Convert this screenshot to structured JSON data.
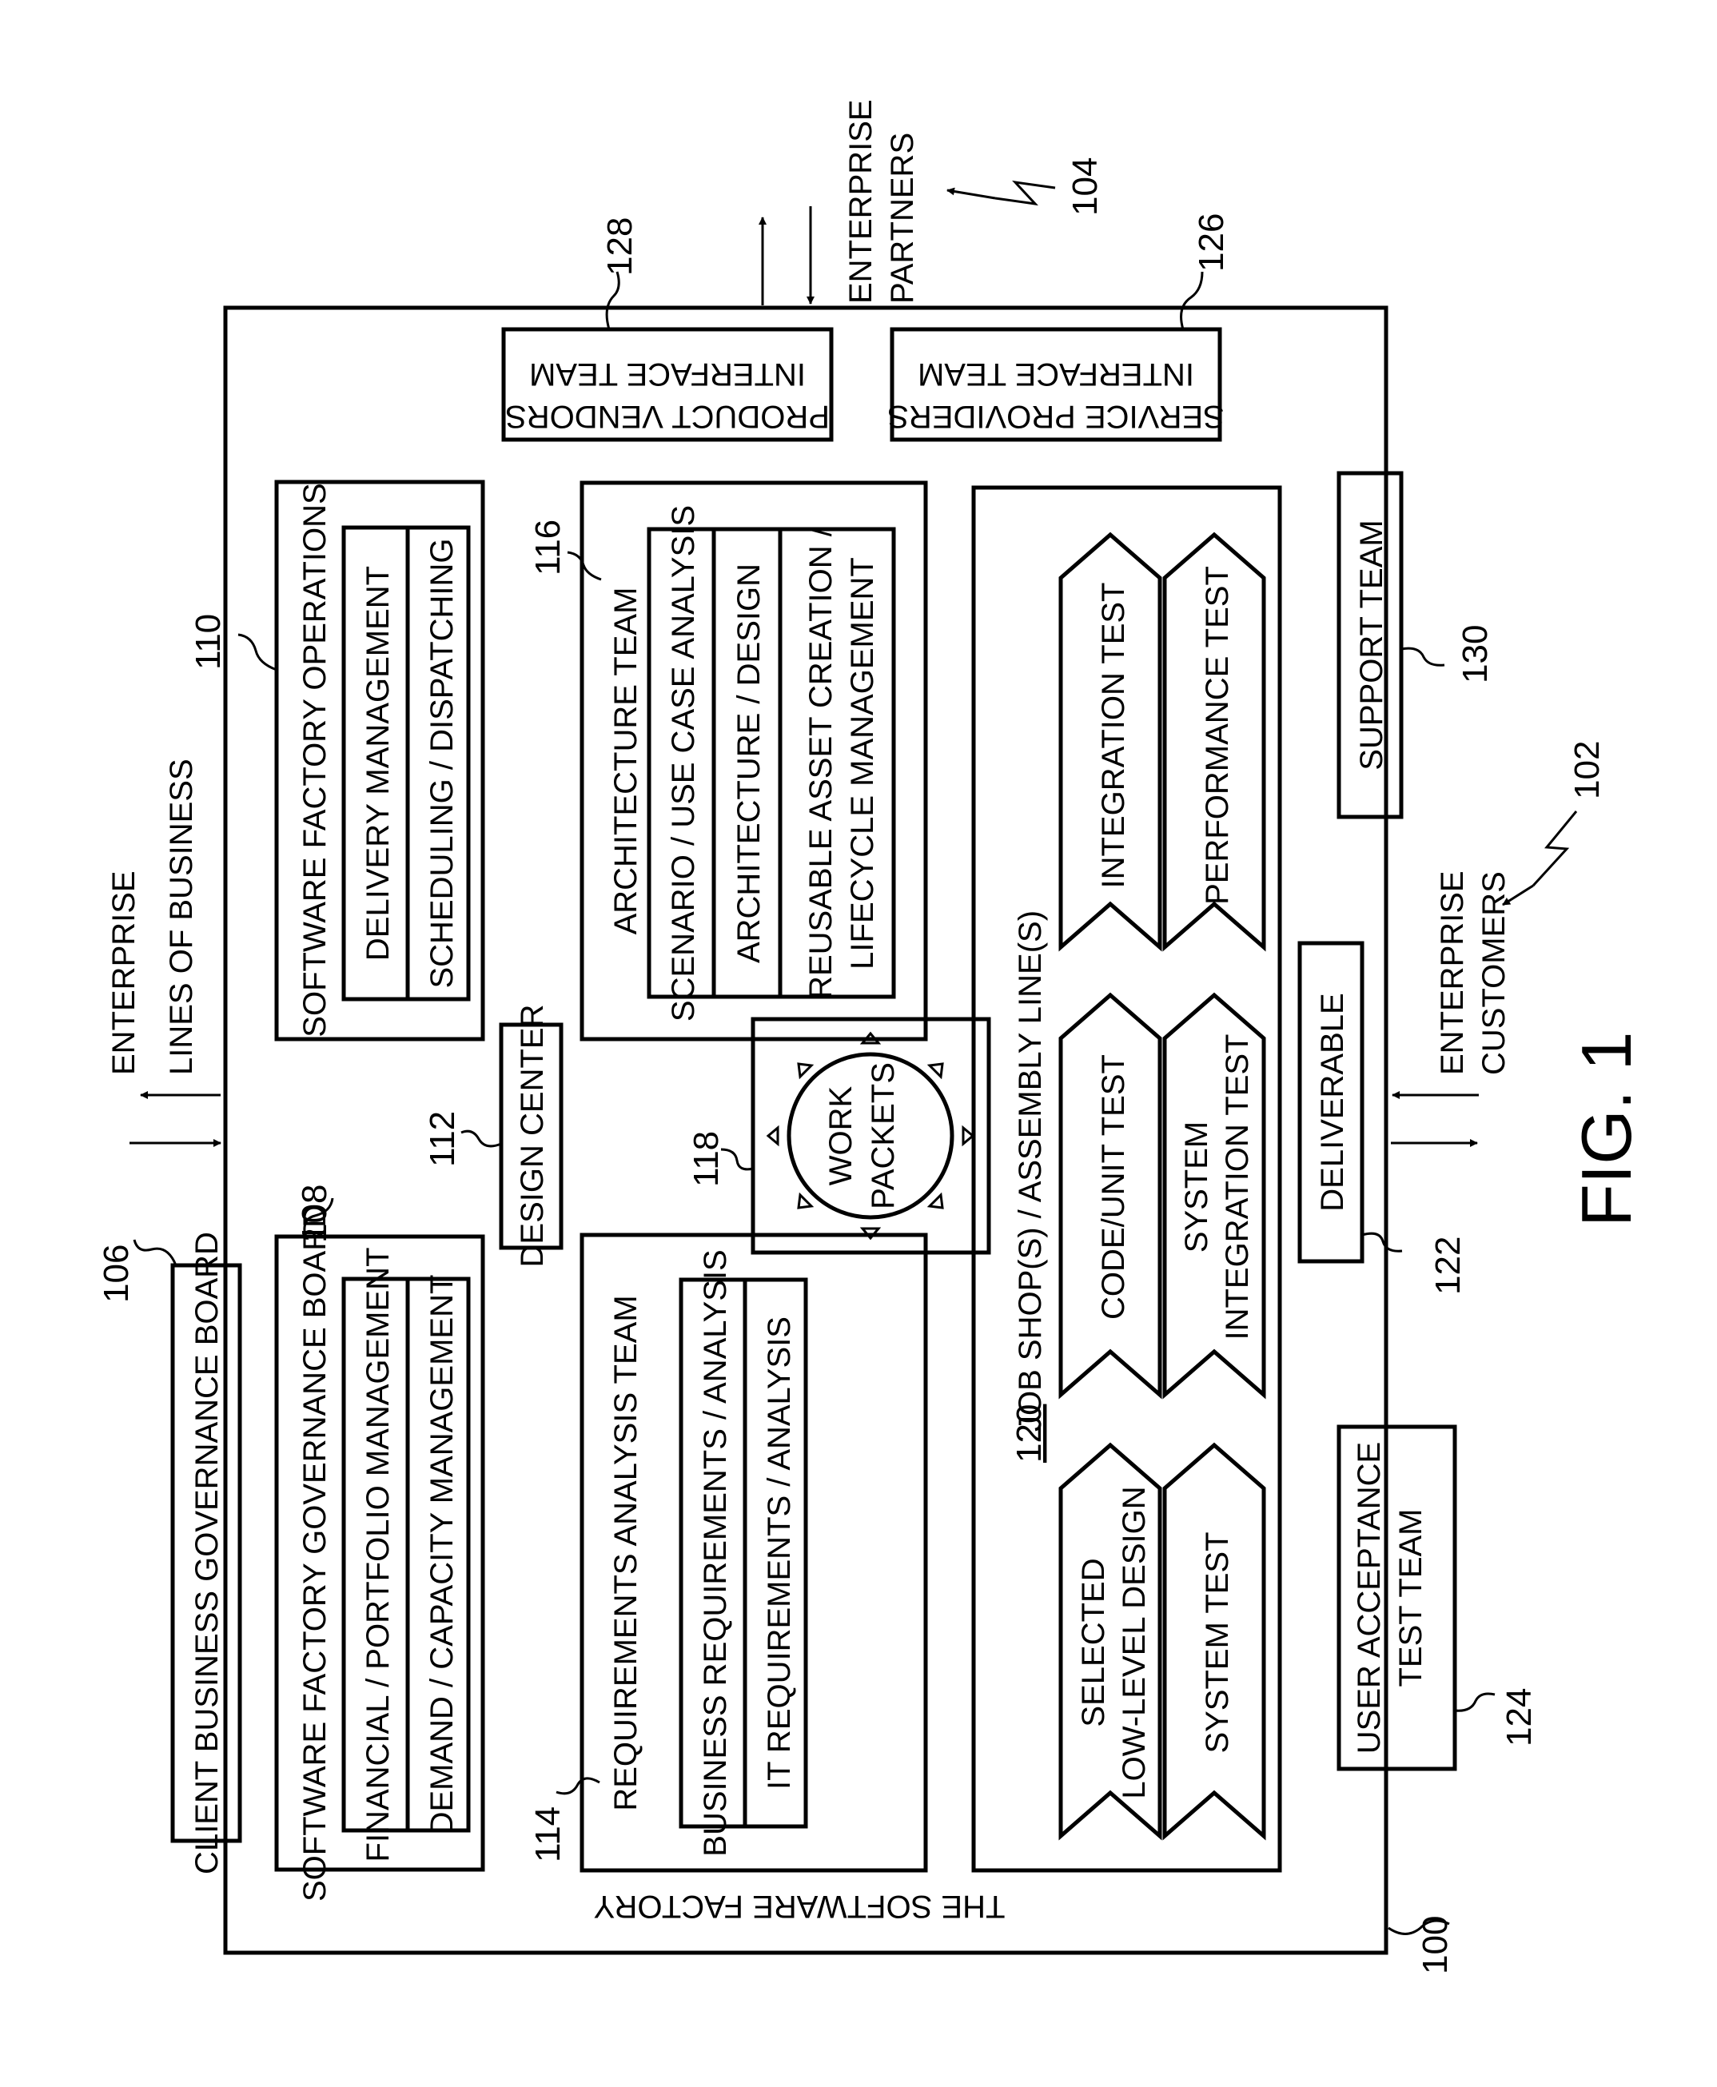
{
  "figure_label": "FIG. 1",
  "factory": {
    "ref": "100",
    "title": "THE SOFTWARE FACTORY"
  },
  "client_board": {
    "ref": "106",
    "label": "CLIENT BUSINESS GOVERNANCE BOARD"
  },
  "enterprise_lob": {
    "line1": "ENTERPRISE",
    "line2": "LINES OF BUSINESS"
  },
  "enterprise_partners": {
    "ref": "104",
    "line1": "ENTERPRISE",
    "line2": "PARTNERS"
  },
  "enterprise_customers": {
    "ref": "102",
    "line1": "ENTERPRISE",
    "line2": "CUSTOMERS"
  },
  "governance_board": {
    "ref": "108",
    "title": "SOFTWARE FACTORY GOVERNANCE BOARD",
    "items": [
      "FINANCIAL / PORTFOLIO MANAGEMENT",
      "DEMAND / CAPACITY MANAGEMENT"
    ]
  },
  "operations": {
    "ref": "110",
    "title": "SOFTWARE FACTORY OPERATIONS",
    "items": [
      "DELIVERY MANAGEMENT",
      "SCHEDULING / DISPATCHING"
    ]
  },
  "design_center": {
    "ref": "112",
    "label": "DESIGN CENTER"
  },
  "requirements": {
    "ref": "114",
    "title": "REQUIREMENTS ANALYSIS TEAM",
    "items": [
      "BUSINESS REQUIREMENTS / ANALYSIS",
      "IT REQUIREMENTS / ANALYSIS"
    ]
  },
  "architecture": {
    "ref": "116",
    "title": "ARCHITECTURE TEAM",
    "items": [
      "SCENARIO / USE CASE ANALYSIS",
      "ARCHITECTURE / DESIGN",
      "REUSABLE ASSET CREATION /",
      "LIFECYCLE MANAGEMENT"
    ]
  },
  "work_packets": {
    "ref": "118",
    "line1": "WORK",
    "line2": "PACKETS"
  },
  "job_shop": {
    "ref": "120",
    "title": "JOB SHOP(S) / ASSEMBLY LINE(S)",
    "chevrons": {
      "selected_l1": "SELECTED",
      "selected_l2": "LOW-LEVEL DESIGN",
      "code_unit": "CODE/UNIT TEST",
      "integration": "INTEGRATION TEST",
      "system_test": "SYSTEM TEST",
      "sit_l1": "SYSTEM",
      "sit_l2": "INTEGRATION TEST",
      "performance": "PERFORMANCE TEST"
    }
  },
  "deliverable": {
    "ref": "122",
    "label": "DELIVERABLE"
  },
  "uat": {
    "ref": "124",
    "line1": "USER ACCEPTANCE",
    "line2": "TEST TEAM"
  },
  "service_providers": {
    "ref": "126",
    "line1": "SERVICE PROVIDERS",
    "line2": "INTERFACE TEAM"
  },
  "product_vendors": {
    "ref": "128",
    "line1": "PRODUCT VENDORS",
    "line2": "INTERFACE TEAM"
  },
  "support": {
    "ref": "130",
    "label": "SUPPORT TEAM"
  }
}
